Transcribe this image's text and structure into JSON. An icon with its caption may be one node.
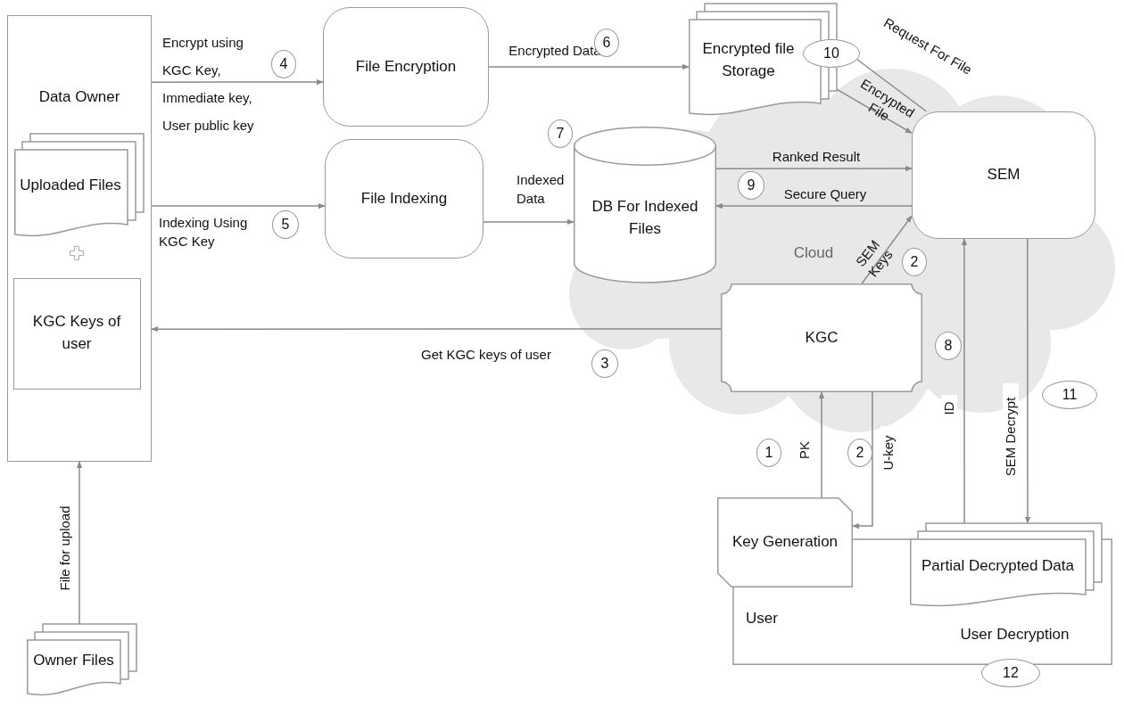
{
  "diagram": {
    "nodes": [
      {
        "text": [
          "Data Owner"
        ]
      },
      {
        "text": [
          "Uploaded Files"
        ],
        "in": 0
      },
      {
        "text": [
          "KGC Keys of user"
        ],
        "in": 0
      },
      {
        "text": [
          "Owner Files"
        ]
      },
      {
        "text": [
          "File Encryption"
        ]
      },
      {
        "text": [
          "File Indexing"
        ]
      },
      {
        "text": [
          "Encrypted file Storage"
        ]
      },
      {
        "text": [
          "DB For Indexed Files"
        ]
      },
      {
        "text": [
          "SEM"
        ]
      },
      {
        "text": [
          "KGC"
        ]
      },
      {
        "text": [
          "User",
          "User Decryption"
        ],
        "beside": [
          "12"
        ]
      },
      {
        "text": [
          "Key Generation"
        ],
        "in": 10
      },
      {
        "text": [
          "Partial Decrypted Data"
        ],
        "in": 10
      }
    ],
    "edges": [
      {
        "from": 0,
        "to": 4,
        "arrow": "to",
        "label": "Encrypt using KGC Key, Immediate key, User public key"
      },
      {
        "from": 0,
        "to": 5,
        "arrow": "to",
        "label": "Indexing Using KGC Key"
      },
      {
        "from": 9,
        "to": 0,
        "arrow": "to",
        "label": "Get KGC keys of user"
      },
      {
        "from": 4,
        "to": 6,
        "arrow": "to",
        "label": "Encrypted Data"
      },
      {
        "from": 5,
        "to": 7,
        "arrow": "to",
        "label": "Indexed Data"
      },
      {
        "from": 7,
        "to": 8,
        "arrow": "to",
        "label": "Ranked Result"
      },
      {
        "from": 8,
        "to": 7,
        "arrow": "to",
        "label": "Secure Query"
      },
      {
        "from": 6,
        "to": 8,
        "arrow": "to",
        "label": "Encrypted File"
      },
      {
        "from": 6,
        "to": 8,
        "arrow": "none",
        "label": "Request For File"
      },
      {
        "from": 9,
        "to": 8,
        "arrow": "to",
        "label": "SEM Keys"
      },
      {
        "from": 11,
        "to": 9,
        "arrow": "to",
        "label": "PK"
      },
      {
        "from": 9,
        "to": 11,
        "arrow": "to",
        "label": "U-key"
      },
      {
        "from": 12,
        "to": 8,
        "arrow": "to",
        "label": "ID"
      },
      {
        "from": 8,
        "to": 12,
        "arrow": "to",
        "label": "SEM Decrypt"
      },
      {
        "from": 3,
        "to": 0,
        "arrow": "to",
        "label": "File for upload"
      }
    ],
    "labels": [
      "6",
      "10",
      "4",
      "7",
      "9",
      "5",
      "Cloud",
      "2",
      "8",
      "3",
      "11",
      "1",
      "2"
    ]
  }
}
